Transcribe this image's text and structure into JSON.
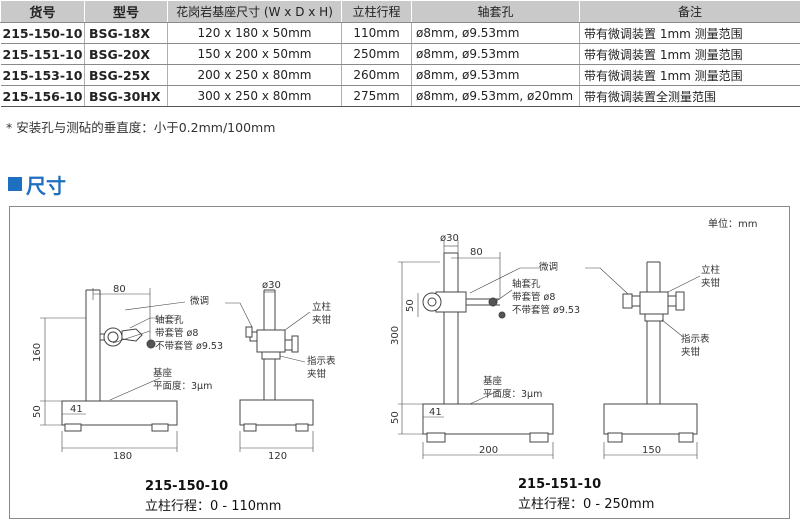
{
  "table": {
    "headers": [
      "货号",
      "型号",
      "花岗岩基座尺寸 (W x D x H)",
      "立柱行程",
      "轴套孔",
      "备注"
    ],
    "rows": [
      [
        "215-150-10",
        "BSG-18X",
        "120 x 180 x 50mm",
        "110mm",
        "ø8mm, ø9.53mm",
        "带有微调装置 1mm 测量范围"
      ],
      [
        "215-151-10",
        "BSG-20X",
        "150 x 200 x 50mm",
        "250mm",
        "ø8mm, ø9.53mm",
        "带有微调装置 1mm 测量范围"
      ],
      [
        "215-153-10",
        "BSG-25X",
        "200 x 250 x 80mm",
        "260mm",
        "ø8mm, ø9.53mm",
        "带有微调装置 1mm 测量范围"
      ],
      [
        "215-156-10",
        "BSG-30HX",
        "300 x 250 x 80mm",
        "275mm",
        "ø8mm, ø9.53mm, ø20mm",
        "带有微调装置全测量范围"
      ]
    ]
  },
  "footnote": "* 安装孔与测砧的垂直度：小于0.2mm/100mm",
  "section_title": "尺寸",
  "unit": "单位：mm",
  "drawing1": {
    "d80": "80",
    "d30": "ø30",
    "d160": "160",
    "d50": "50",
    "d41": "41",
    "d180": "180",
    "d120": "120",
    "fine_adjust": "微调",
    "sleeve_hole": "轴套孔",
    "with_sleeve": "带套管 ø8",
    "no_sleeve": "不带套管 ø9.53",
    "base": "基座",
    "flatness": "平面度：3μm",
    "column": "立柱",
    "clamp": "夹钳",
    "indicator": "指示表",
    "indicator_clamp": "夹钳",
    "code": "215-150-10",
    "travel": "立柱行程：0 - 110mm"
  },
  "drawing2": {
    "d30": "ø30",
    "d80": "80",
    "d50": "50",
    "d300": "300",
    "d41": "41",
    "d50b": "50",
    "d200": "200",
    "d150": "150",
    "fine_adjust": "微调",
    "sleeve_hole": "轴套孔",
    "with_sleeve": "带套管 ø8",
    "no_sleeve": "不带套管 ø9.53",
    "base": "基座",
    "flatness": "平面度：3μm",
    "column": "立柱",
    "clamp": "夹钳",
    "indicator": "指示表",
    "indicator_clamp": "夹钳",
    "code": "215-151-10",
    "travel": "立柱行程：0 - 250mm"
  }
}
